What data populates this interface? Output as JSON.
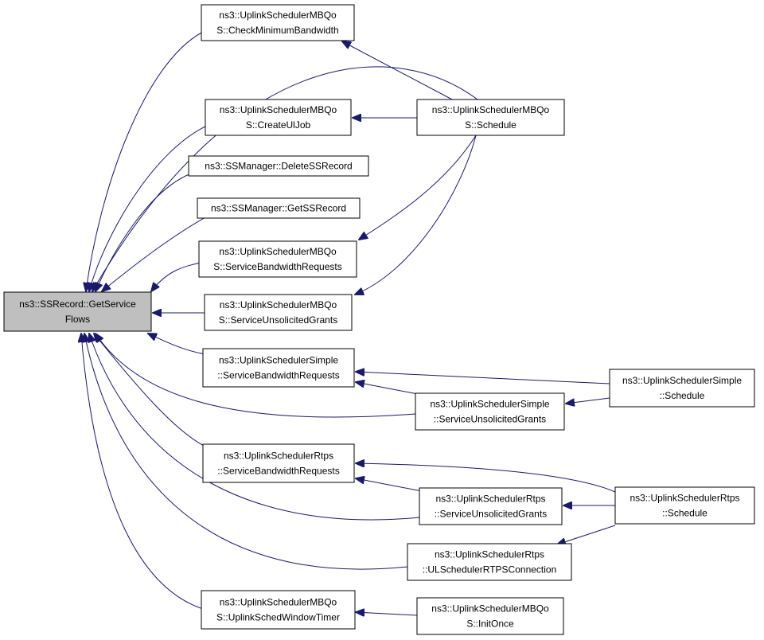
{
  "diagram": {
    "colors": {
      "edge": "#191970",
      "node_fill": "#ffffff",
      "root_fill": "#bfbfbf",
      "border": "#000000"
    },
    "nodes": [
      {
        "id": "root",
        "lines": [
          "ns3::SSRecord::GetService",
          "Flows"
        ],
        "root": true
      },
      {
        "id": "mbqos-checkmin",
        "lines": [
          "ns3::UplinkSchedulerMBQo",
          "S::CheckMinimumBandwidth"
        ]
      },
      {
        "id": "mbqos-createul",
        "lines": [
          "ns3::UplinkSchedulerMBQo",
          "S::CreateUlJob"
        ]
      },
      {
        "id": "ssm-delete",
        "lines": [
          "ns3::SSManager::DeleteSSRecord"
        ]
      },
      {
        "id": "ssm-get",
        "lines": [
          "ns3::SSManager::GetSSRecord"
        ]
      },
      {
        "id": "mbqos-sbr",
        "lines": [
          "ns3::UplinkSchedulerMBQo",
          "S::ServiceBandwidthRequests"
        ]
      },
      {
        "id": "mbqos-sug",
        "lines": [
          "ns3::UplinkSchedulerMBQo",
          "S::ServiceUnsolicitedGrants"
        ]
      },
      {
        "id": "simple-sbr",
        "lines": [
          "ns3::UplinkSchedulerSimple",
          "::ServiceBandwidthRequests"
        ]
      },
      {
        "id": "rtps-sbr",
        "lines": [
          "ns3::UplinkSchedulerRtps",
          "::ServiceBandwidthRequests"
        ]
      },
      {
        "id": "mbqos-window",
        "lines": [
          "ns3::UplinkSchedulerMBQo",
          "S::UplinkSchedWindowTimer"
        ]
      },
      {
        "id": "mbqos-schedule",
        "lines": [
          "ns3::UplinkSchedulerMBQo",
          "S::Schedule"
        ]
      },
      {
        "id": "simple-sug",
        "lines": [
          "ns3::UplinkSchedulerSimple",
          "::ServiceUnsolicitedGrants"
        ]
      },
      {
        "id": "rtps-sug",
        "lines": [
          "ns3::UplinkSchedulerRtps",
          "::ServiceUnsolicitedGrants"
        ]
      },
      {
        "id": "rtps-ulconn",
        "lines": [
          "ns3::UplinkSchedulerRtps",
          "::ULSchedulerRTPSConnection"
        ]
      },
      {
        "id": "mbqos-initonce",
        "lines": [
          "ns3::UplinkSchedulerMBQo",
          "S::InitOnce"
        ]
      },
      {
        "id": "simple-schedule",
        "lines": [
          "ns3::UplinkSchedulerSimple",
          "::Schedule"
        ]
      },
      {
        "id": "rtps-schedule",
        "lines": [
          "ns3::UplinkSchedulerRtps",
          "::Schedule"
        ]
      }
    ],
    "edges": [
      {
        "from": "mbqos-checkmin",
        "to": "root"
      },
      {
        "from": "mbqos-createul",
        "to": "root"
      },
      {
        "from": "ssm-delete",
        "to": "root"
      },
      {
        "from": "ssm-get",
        "to": "root"
      },
      {
        "from": "mbqos-sbr",
        "to": "root"
      },
      {
        "from": "mbqos-sug",
        "to": "root"
      },
      {
        "from": "simple-sbr",
        "to": "root"
      },
      {
        "from": "simple-sug",
        "to": "root"
      },
      {
        "from": "rtps-sbr",
        "to": "root"
      },
      {
        "from": "rtps-sug",
        "to": "root"
      },
      {
        "from": "rtps-ulconn",
        "to": "root"
      },
      {
        "from": "mbqos-window",
        "to": "root"
      },
      {
        "from": "mbqos-schedule",
        "to": "root"
      },
      {
        "from": "mbqos-schedule",
        "to": "mbqos-checkmin"
      },
      {
        "from": "mbqos-schedule",
        "to": "mbqos-createul"
      },
      {
        "from": "mbqos-schedule",
        "to": "mbqos-sbr"
      },
      {
        "from": "mbqos-schedule",
        "to": "mbqos-sug"
      },
      {
        "from": "simple-sug",
        "to": "simple-sbr"
      },
      {
        "from": "simple-schedule",
        "to": "simple-sbr"
      },
      {
        "from": "simple-schedule",
        "to": "simple-sug"
      },
      {
        "from": "rtps-sug",
        "to": "rtps-sbr"
      },
      {
        "from": "rtps-schedule",
        "to": "rtps-sbr"
      },
      {
        "from": "rtps-schedule",
        "to": "rtps-sug"
      },
      {
        "from": "rtps-schedule",
        "to": "rtps-ulconn"
      },
      {
        "from": "mbqos-initonce",
        "to": "mbqos-window"
      }
    ]
  }
}
